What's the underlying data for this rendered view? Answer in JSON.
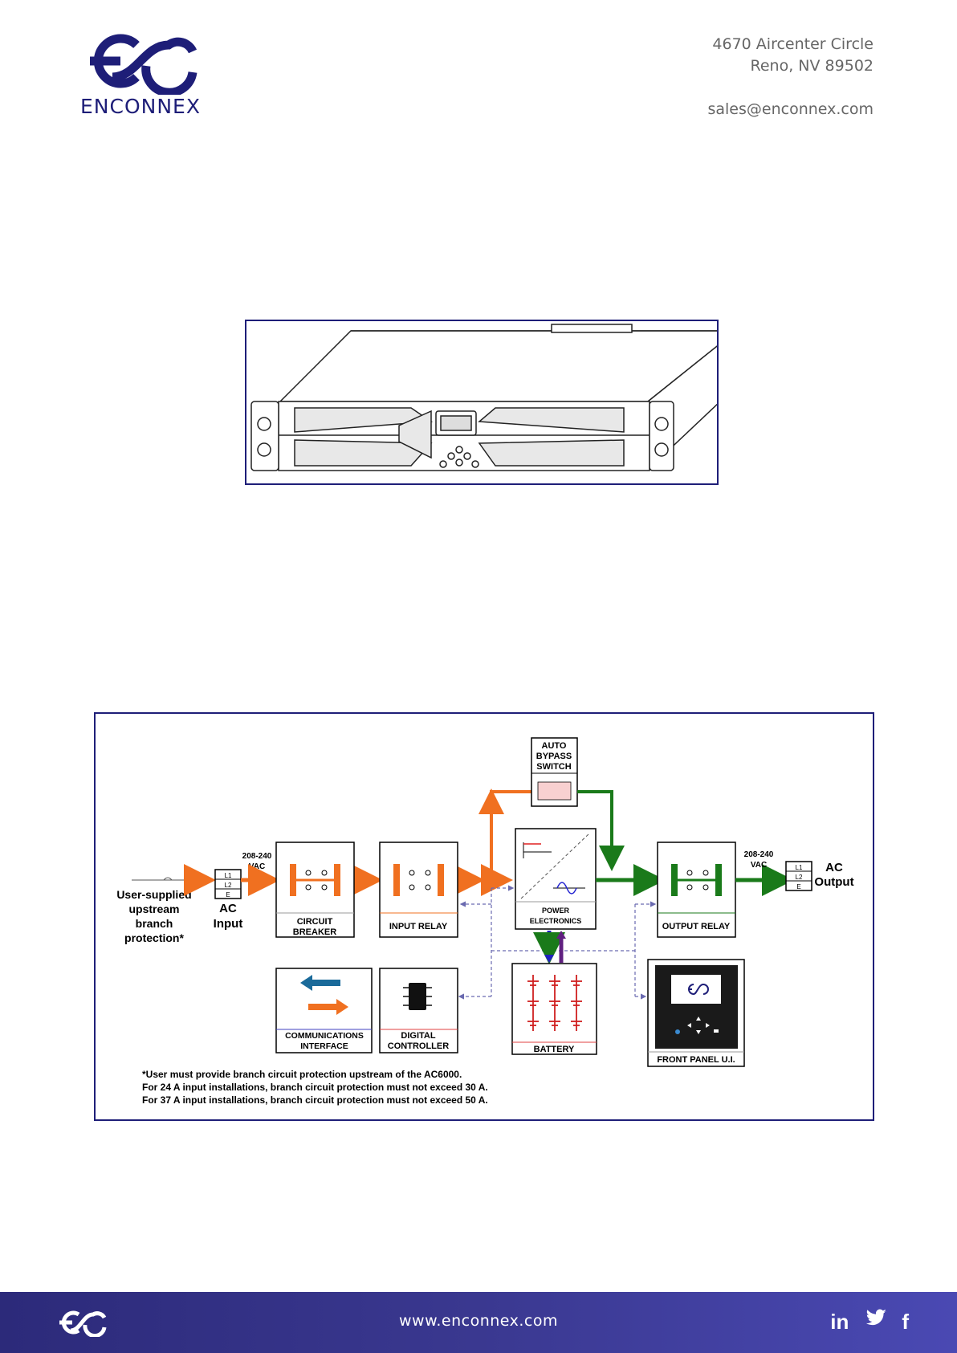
{
  "header": {
    "company": "ENCONNEX",
    "address_line1": "4670 Aircenter Circle",
    "address_line2": "Reno, NV 89502",
    "email": "sales@enconnex.com"
  },
  "diagram": {
    "ac_input_voltage_1": "208-240",
    "ac_input_voltage_2": "VAC",
    "ac_output_voltage_1": "208-240",
    "ac_output_voltage_2": "VAC",
    "user_supplied_1": "User-supplied",
    "user_supplied_2": "upstream",
    "user_supplied_3": "branch",
    "user_supplied_4": "protection*",
    "ac_input_1": "AC",
    "ac_input_2": "Input",
    "ac_output_1": "AC",
    "ac_output_2": "Output",
    "terminal_l1": "L1",
    "terminal_l2": "L2",
    "terminal_e": "E",
    "circuit_breaker_1": "CIRCUIT",
    "circuit_breaker_2": "BREAKER",
    "input_relay": "INPUT RELAY",
    "auto_bypass_1": "AUTO",
    "auto_bypass_2": "BYPASS",
    "auto_bypass_3": "SWITCH",
    "power_electronics_1": "POWER",
    "power_electronics_2": "ELECTRONICS",
    "output_relay": "OUTPUT RELAY",
    "comms_1": "COMMUNICATIONS",
    "comms_2": "INTERFACE",
    "digital_1": "DIGITAL",
    "digital_2": "CONTROLLER",
    "battery": "BATTERY",
    "front_panel": "FRONT PANEL U.I.",
    "note_1": "*User must provide branch circuit protection upstream of the AC6000.",
    "note_2": "For 24 A input installations, branch circuit protection must not exceed 30 A.",
    "note_3": "For 37 A input installations, branch circuit protection must not exceed 50 A."
  },
  "footer": {
    "url": "www.enconnex.com",
    "social": [
      "in",
      "twitter",
      "f"
    ]
  },
  "colors": {
    "brand": "#1e1e78",
    "orange": "#f07020",
    "green": "#1a7a1a",
    "footer_start": "#2c2a7a",
    "footer_end": "#4a49b3"
  }
}
